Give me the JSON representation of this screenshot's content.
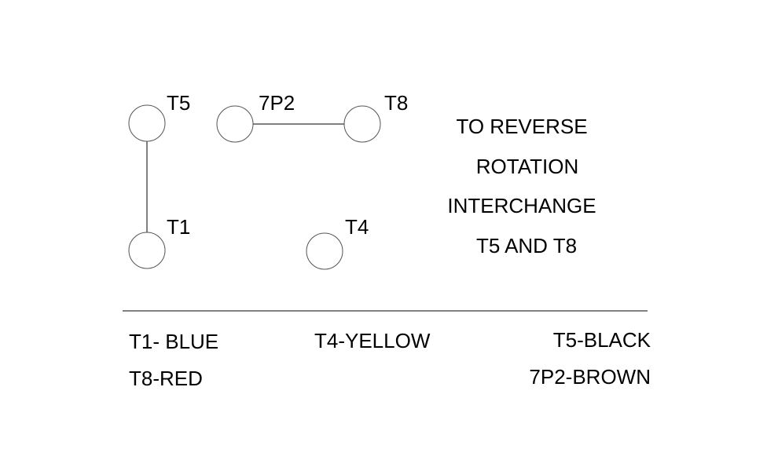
{
  "terminals": {
    "t5": "T5",
    "p72": "7P2",
    "t8": "T8",
    "t1": "T1",
    "t4": "T4"
  },
  "instructions": {
    "line1": "TO REVERSE",
    "line2": "ROTATION",
    "line3": "INTERCHANGE",
    "line4": "T5 AND T8"
  },
  "legend": {
    "t1": "T1- BLUE",
    "t8": "T8-RED",
    "t4": "T4-YELLOW",
    "t5": "T5-BLACK",
    "p72": "7P2-BROWN"
  }
}
